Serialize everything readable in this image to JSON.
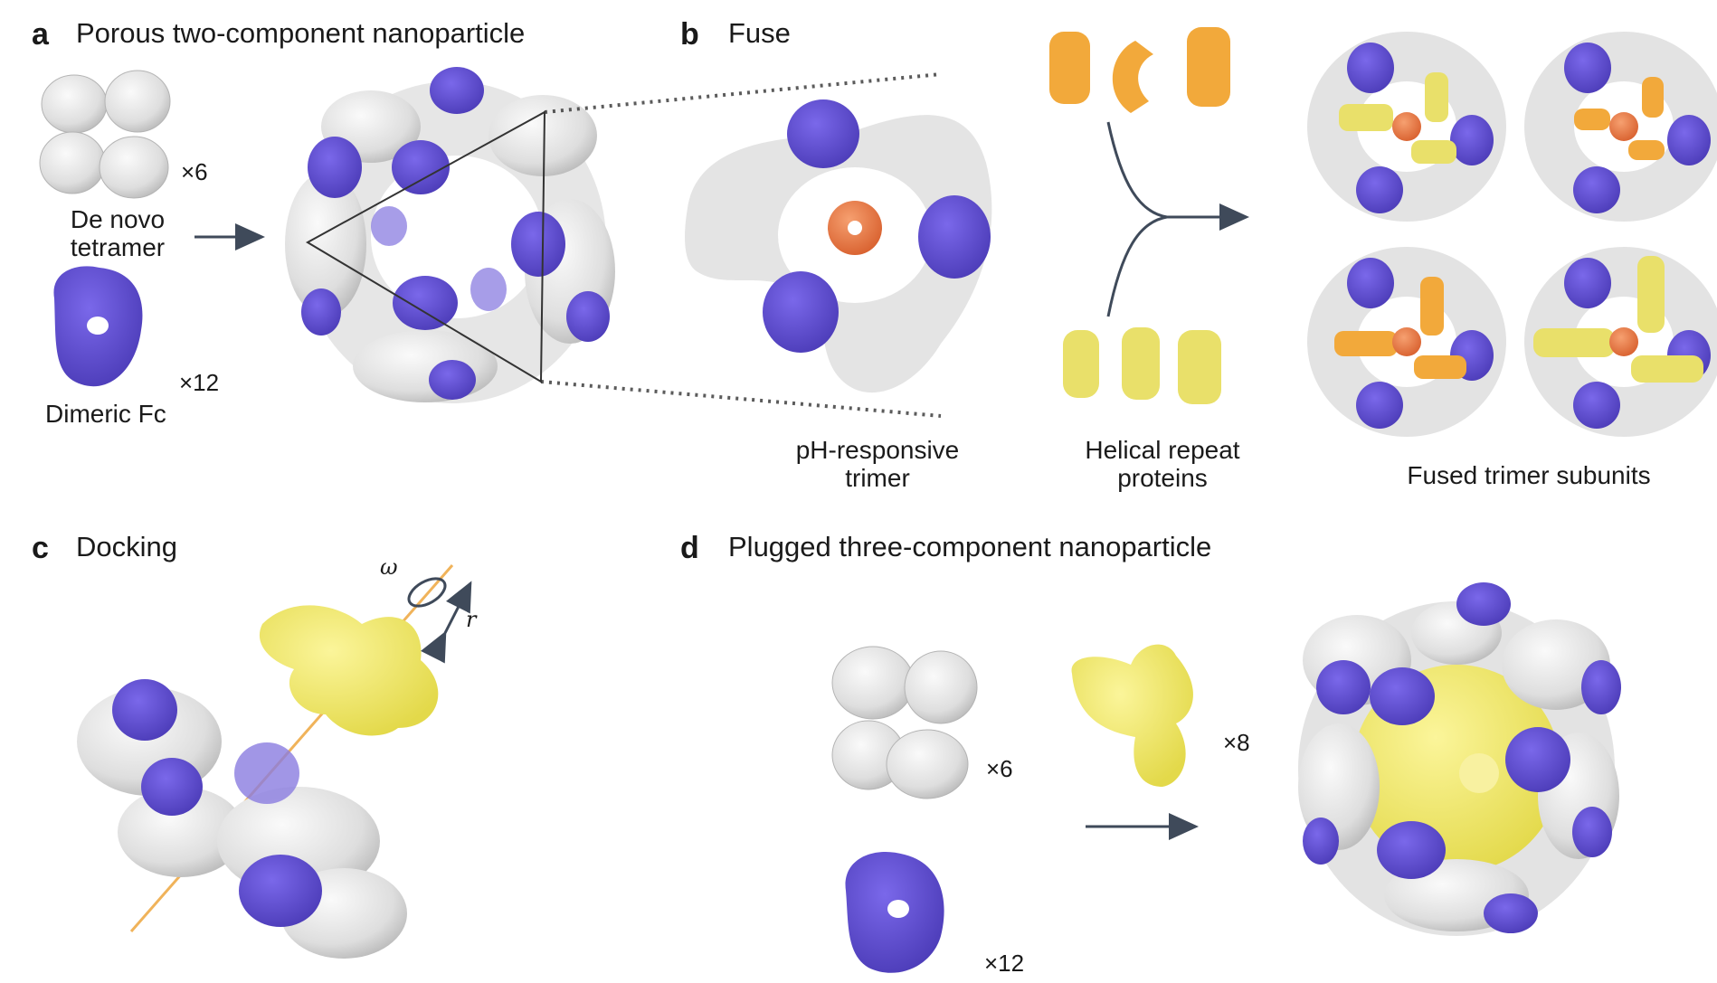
{
  "panels": {
    "a": {
      "letter": "a",
      "title": "Porous two-component nanoparticle",
      "tetramer_label": "De novo\ntetramer",
      "tetramer_count": "×6",
      "fc_label": "Dimeric Fc",
      "fc_count": "×12"
    },
    "b": {
      "letter": "b",
      "title": "Fuse",
      "trimer_label": "pH-responsive\ntrimer",
      "repeat_label": "Helical repeat\nproteins",
      "fused_label": "Fused trimer subunits"
    },
    "c": {
      "letter": "c",
      "title": "Docking",
      "omega_symbol": "ω",
      "r_symbol": "r"
    },
    "d": {
      "letter": "d",
      "title": "Plugged three-component nanoparticle",
      "tetramer_count": "×6",
      "plug_count": "×8",
      "fc_count": "×12"
    }
  },
  "colors": {
    "text": "#1a1a1a",
    "tetramer_gray": "#dcdcdc",
    "tetramer_edge": "#a9a9a9",
    "fc_purple": "#6552d6",
    "fc_dark": "#4a3bb0",
    "trimer_orange": "#f07c4a",
    "repeat_orange": "#f2a93b",
    "repeat_yellow": "#e9e06a",
    "plug_yellow": "#f4ec6a",
    "arrow": "#3f4a5a",
    "axis_line": "#f0b35a"
  },
  "icons": [
    "tetramer-icon",
    "dimeric-fc-icon",
    "ph-trimer-icon",
    "helical-repeat-icon",
    "plug-trimer-icon",
    "nanoparticle-icon",
    "arrow-icon"
  ]
}
